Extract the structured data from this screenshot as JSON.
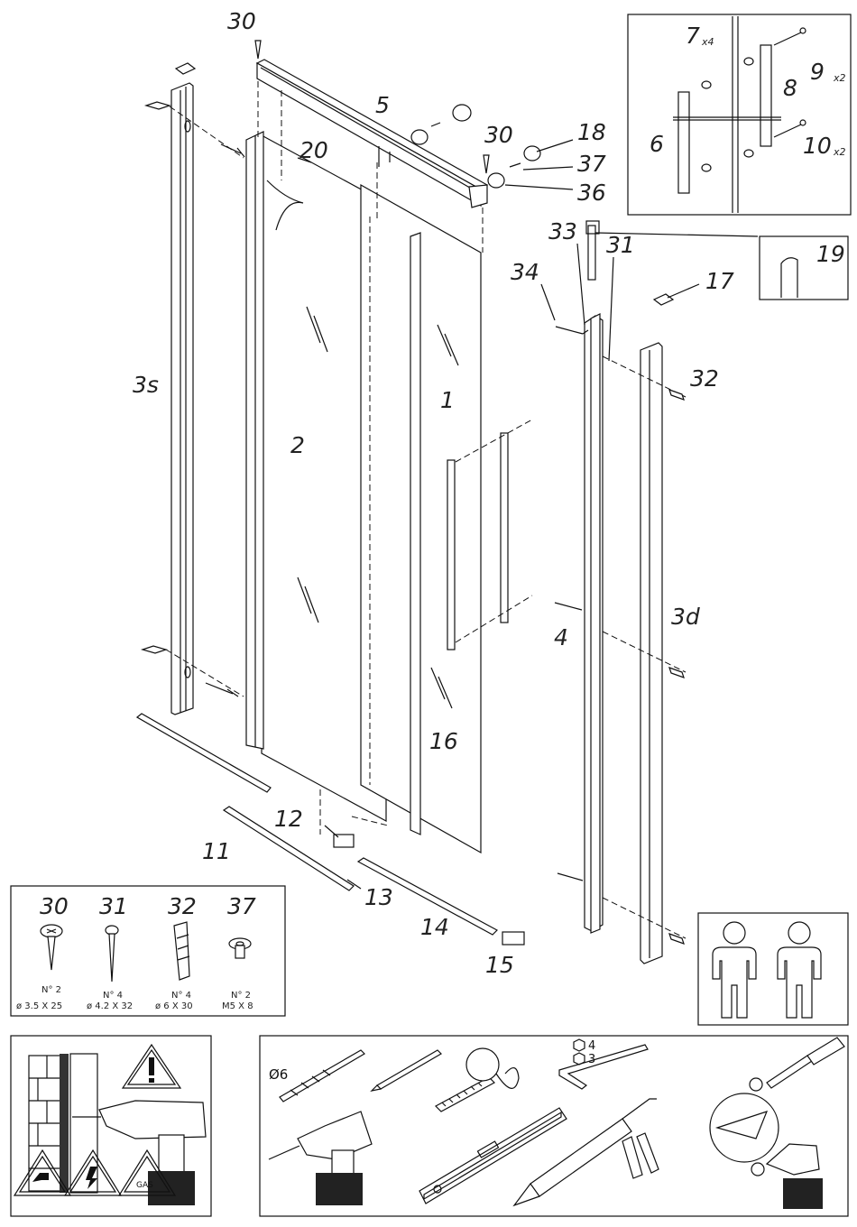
{
  "part_labels": {
    "p30a": "30",
    "p30b": "30",
    "p5": "5",
    "p20": "20",
    "p18": "18",
    "p37": "37",
    "p36": "36",
    "p3s": "3s",
    "p2": "2",
    "p1": "1",
    "p33": "33",
    "p31": "31",
    "p34": "34",
    "p17": "17",
    "p32": "32",
    "p19": "19",
    "p3d": "3d",
    "p4": "4",
    "p16": "16",
    "p12": "12",
    "p11": "11",
    "p13": "13",
    "p14": "14",
    "p15": "15"
  },
  "detail_inset": {
    "labels": {
      "p7": "7",
      "p7_qty": "x4",
      "p8": "8",
      "p9": "9",
      "p9_qty": "x2",
      "p6": "6",
      "p10": "10",
      "p10_qty": "x2"
    }
  },
  "hardware_legend": {
    "items": [
      {
        "code": "30",
        "qty": "N° 2",
        "size": "ø 3.5 X 25"
      },
      {
        "code": "31",
        "qty": "N° 4",
        "size": "ø 4.2 X 32"
      },
      {
        "code": "32",
        "qty": "N° 4",
        "size": "ø 6 X 30"
      },
      {
        "code": "37",
        "qty": "N° 2",
        "size": "M5 X 8"
      }
    ]
  },
  "safety_panel": {
    "gas_label": "GAS"
  },
  "tools_panel": {
    "drill_bit_label": "Ø6",
    "hex_key_4": "4",
    "hex_key_3": "3"
  },
  "people_panel": {
    "persons_required": 2
  }
}
